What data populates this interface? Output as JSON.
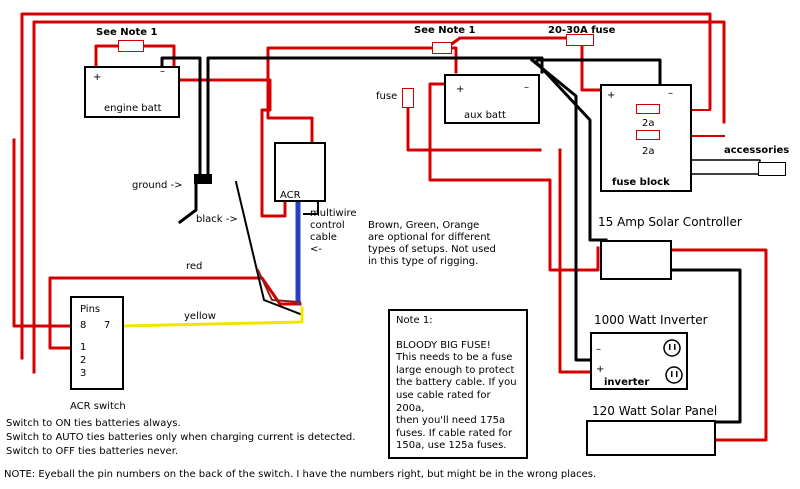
{
  "labels": {
    "see_note_left": "See Note 1",
    "see_note_right": "See Note 1",
    "fuse_20_30": "20-30A fuse",
    "engine_batt": "engine batt",
    "aux_batt": "aux batt",
    "fuse": "fuse",
    "fuse_block": "fuse block",
    "fuse_2a_top": "2a",
    "fuse_2a_bottom": "2a",
    "accessories": "accessories",
    "acr": "ACR",
    "multiwire_1": "multiwire",
    "multiwire_2": "control",
    "multiwire_3": "cable",
    "multiwire_4": "<-",
    "ground": "ground ->",
    "black": "black ->",
    "red": "red",
    "yellow": "yellow",
    "pins": "Pins",
    "pin_8": "8",
    "pin_7": "7",
    "pin_1": "1",
    "pin_2": "2",
    "pin_3": "3",
    "acr_switch": "ACR switch",
    "solar_controller": "15 Amp Solar Controller",
    "inverter_title": "1000 Watt Inverter",
    "inverter": "inverter",
    "solar_panel": "120 Watt Solar Panel",
    "plus": "+",
    "minus": "–",
    "optional_1": "Brown, Green, Orange",
    "optional_2": "are optional for different",
    "optional_3": "types of setups. Not used",
    "optional_4": "in this type of rigging."
  },
  "note1": {
    "title": "Note 1:",
    "lines": [
      "BLOODY BIG FUSE!",
      "This needs to be a fuse",
      "large enough to protect",
      "the battery cable. If you",
      "use cable rated for 200a,",
      "then you'll need 175a",
      "fuses. If cable rated for",
      "150a, use 125a fuses."
    ]
  },
  "switch_notes": [
    "Switch to ON ties batteries always.",
    "Switch to AUTO ties batteries only when charging current is detected.",
    "Switch to OFF ties batteries never."
  ],
  "footer_note": "NOTE: Eyeball the pin numbers on the back of the switch. I have the numbers right, but might be in the wrong places.",
  "colors": {
    "red": "#d40000",
    "black": "#000000",
    "blue": "#2a3fbf",
    "yellow": "#f2e600",
    "fuse_red": "#cc0000"
  }
}
